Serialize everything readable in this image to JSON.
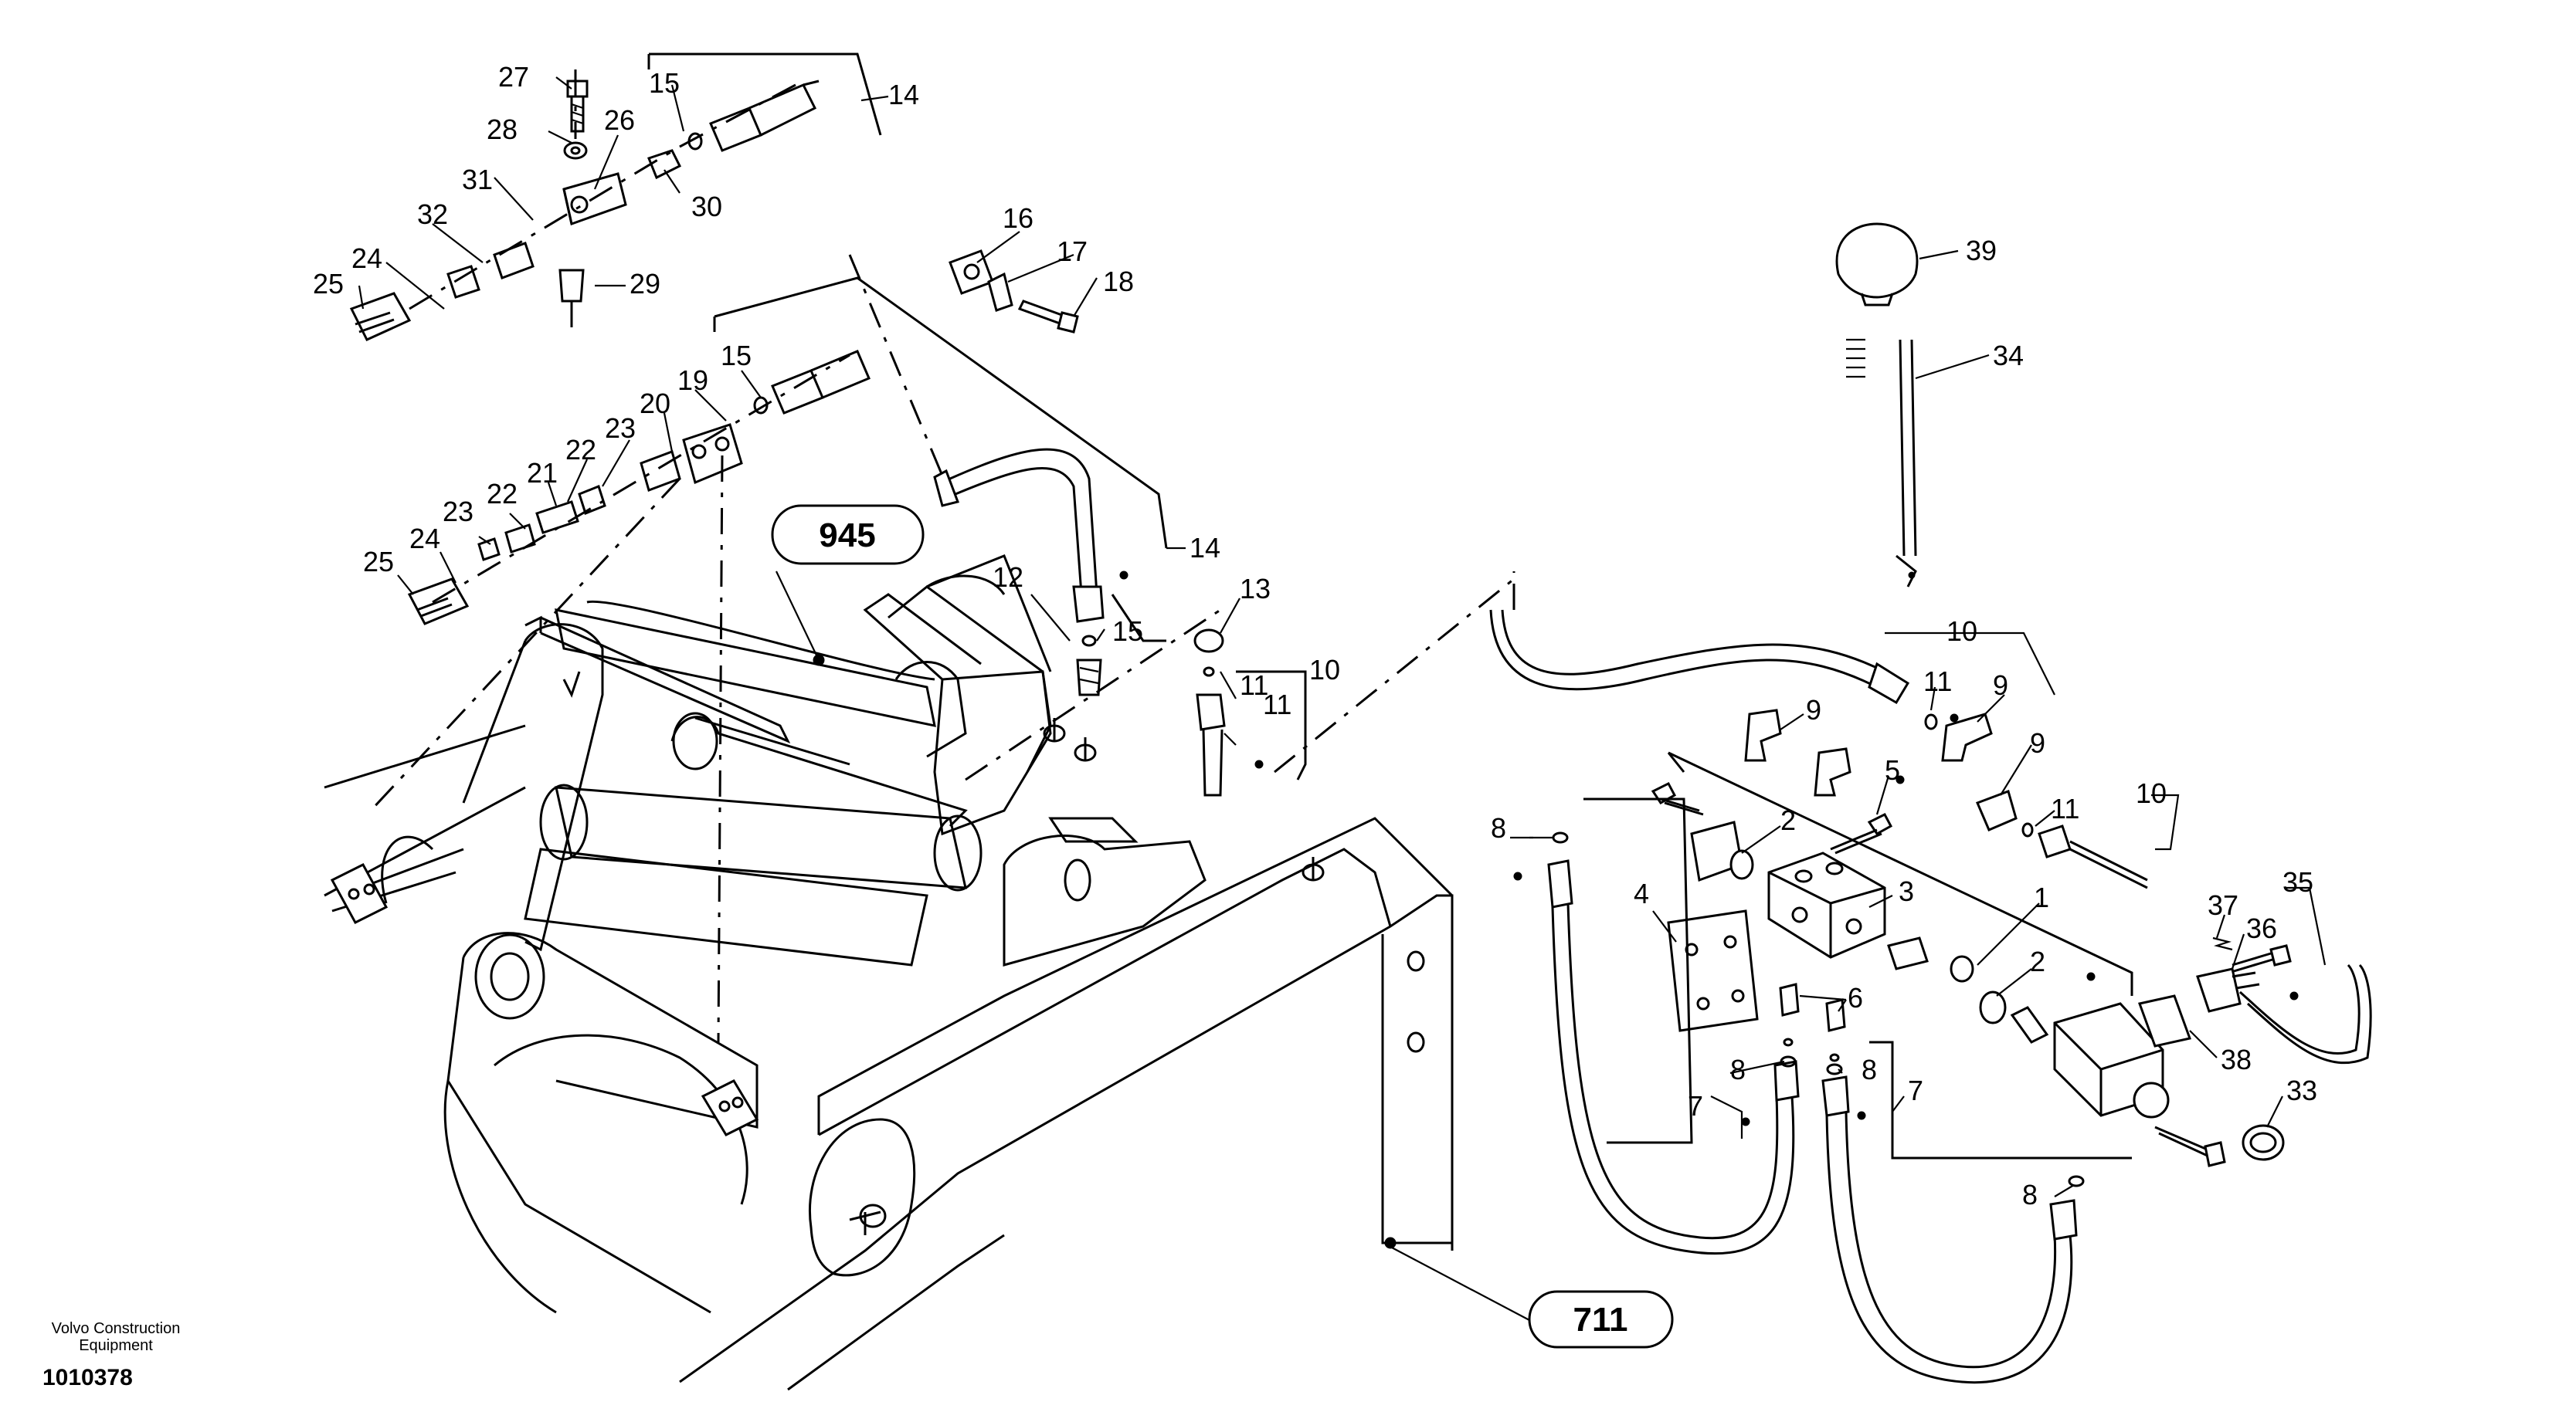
{
  "diagram": {
    "callouts": [
      {
        "id": "c27a",
        "text": "27"
      },
      {
        "id": "c15a",
        "text": "15"
      },
      {
        "id": "c14a",
        "text": "14"
      },
      {
        "id": "c28",
        "text": "28"
      },
      {
        "id": "c26",
        "text": "26"
      },
      {
        "id": "c31",
        "text": "31"
      },
      {
        "id": "c30",
        "text": "30"
      },
      {
        "id": "c32",
        "text": "32"
      },
      {
        "id": "c24a",
        "text": "24"
      },
      {
        "id": "c25a",
        "text": "25"
      },
      {
        "id": "c29",
        "text": "29"
      },
      {
        "id": "c16",
        "text": "16"
      },
      {
        "id": "c17",
        "text": "17"
      },
      {
        "id": "c18",
        "text": "18"
      },
      {
        "id": "c15b",
        "text": "15"
      },
      {
        "id": "c19",
        "text": "19"
      },
      {
        "id": "c20",
        "text": "20"
      },
      {
        "id": "c23a",
        "text": "23"
      },
      {
        "id": "c22a",
        "text": "22"
      },
      {
        "id": "c21",
        "text": "21"
      },
      {
        "id": "c23b",
        "text": "23"
      },
      {
        "id": "c22b",
        "text": "22"
      },
      {
        "id": "c24b",
        "text": "24"
      },
      {
        "id": "c25b",
        "text": "25"
      },
      {
        "id": "c14b",
        "text": "14"
      },
      {
        "id": "c12",
        "text": "12"
      },
      {
        "id": "c15c",
        "text": "15"
      },
      {
        "id": "c13",
        "text": "13"
      },
      {
        "id": "c11a",
        "text": "11"
      },
      {
        "id": "c11b",
        "text": "11"
      },
      {
        "id": "c10a",
        "text": "10"
      },
      {
        "id": "c39",
        "text": "39"
      },
      {
        "id": "c34",
        "text": "34"
      },
      {
        "id": "c10b",
        "text": "10"
      },
      {
        "id": "c11c",
        "text": "11"
      },
      {
        "id": "c9a",
        "text": "9"
      },
      {
        "id": "c9b",
        "text": "9"
      },
      {
        "id": "c9c",
        "text": "9"
      },
      {
        "id": "c5",
        "text": "5"
      },
      {
        "id": "c11d",
        "text": "11"
      },
      {
        "id": "c10c",
        "text": "10"
      },
      {
        "id": "c8a",
        "text": "8"
      },
      {
        "id": "c2a",
        "text": "2"
      },
      {
        "id": "c3",
        "text": "3"
      },
      {
        "id": "c4",
        "text": "4"
      },
      {
        "id": "c1",
        "text": "1"
      },
      {
        "id": "c35",
        "text": "35"
      },
      {
        "id": "c37",
        "text": "37"
      },
      {
        "id": "c36",
        "text": "36"
      },
      {
        "id": "c2b",
        "text": "2"
      },
      {
        "id": "c6",
        "text": "6"
      },
      {
        "id": "c38",
        "text": "38"
      },
      {
        "id": "c8b",
        "text": "8"
      },
      {
        "id": "c8c",
        "text": "8"
      },
      {
        "id": "c7a",
        "text": "7"
      },
      {
        "id": "c7b",
        "text": "7"
      },
      {
        "id": "c33",
        "text": "33"
      },
      {
        "id": "c8d",
        "text": "8"
      }
    ],
    "references": [
      {
        "id": "r945",
        "text": "945"
      },
      {
        "id": "r711",
        "text": "711"
      }
    ]
  },
  "footer": {
    "company_line1": "Volvo Construction",
    "company_line2": "Equipment",
    "figure_number": "1010378"
  }
}
